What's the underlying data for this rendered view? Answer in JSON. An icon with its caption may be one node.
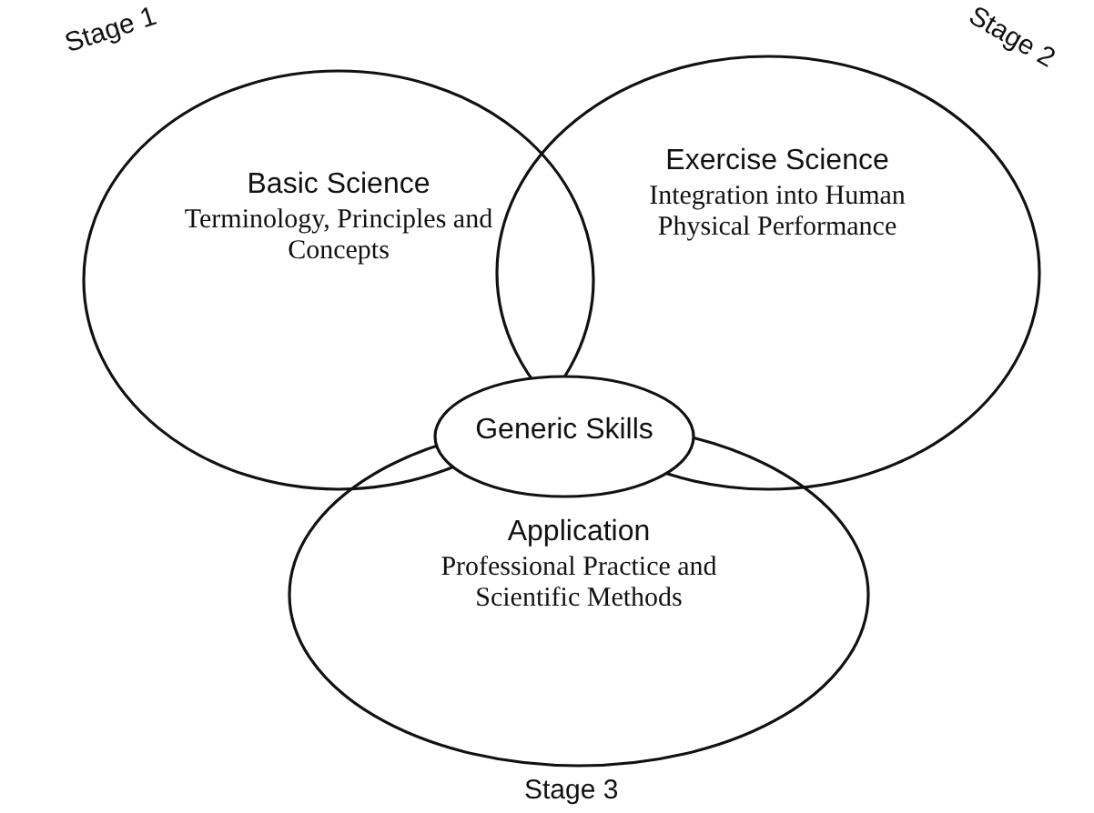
{
  "diagram": {
    "nodes": [
      {
        "text": [
          "Basic Science",
          "Terminology, Principles and Concepts"
        ],
        "beside": [
          "Stage 1"
        ]
      },
      {
        "text": [
          "Exercise Science",
          "Integration into Human Physical Performance"
        ],
        "beside": [
          "Stage 2"
        ]
      },
      {
        "text": [
          "Application",
          "Professional Practice and Scientific Methods"
        ],
        "beside": [
          "Stage 3"
        ]
      },
      {
        "text": [
          "Generic Skills"
        ]
      }
    ]
  }
}
